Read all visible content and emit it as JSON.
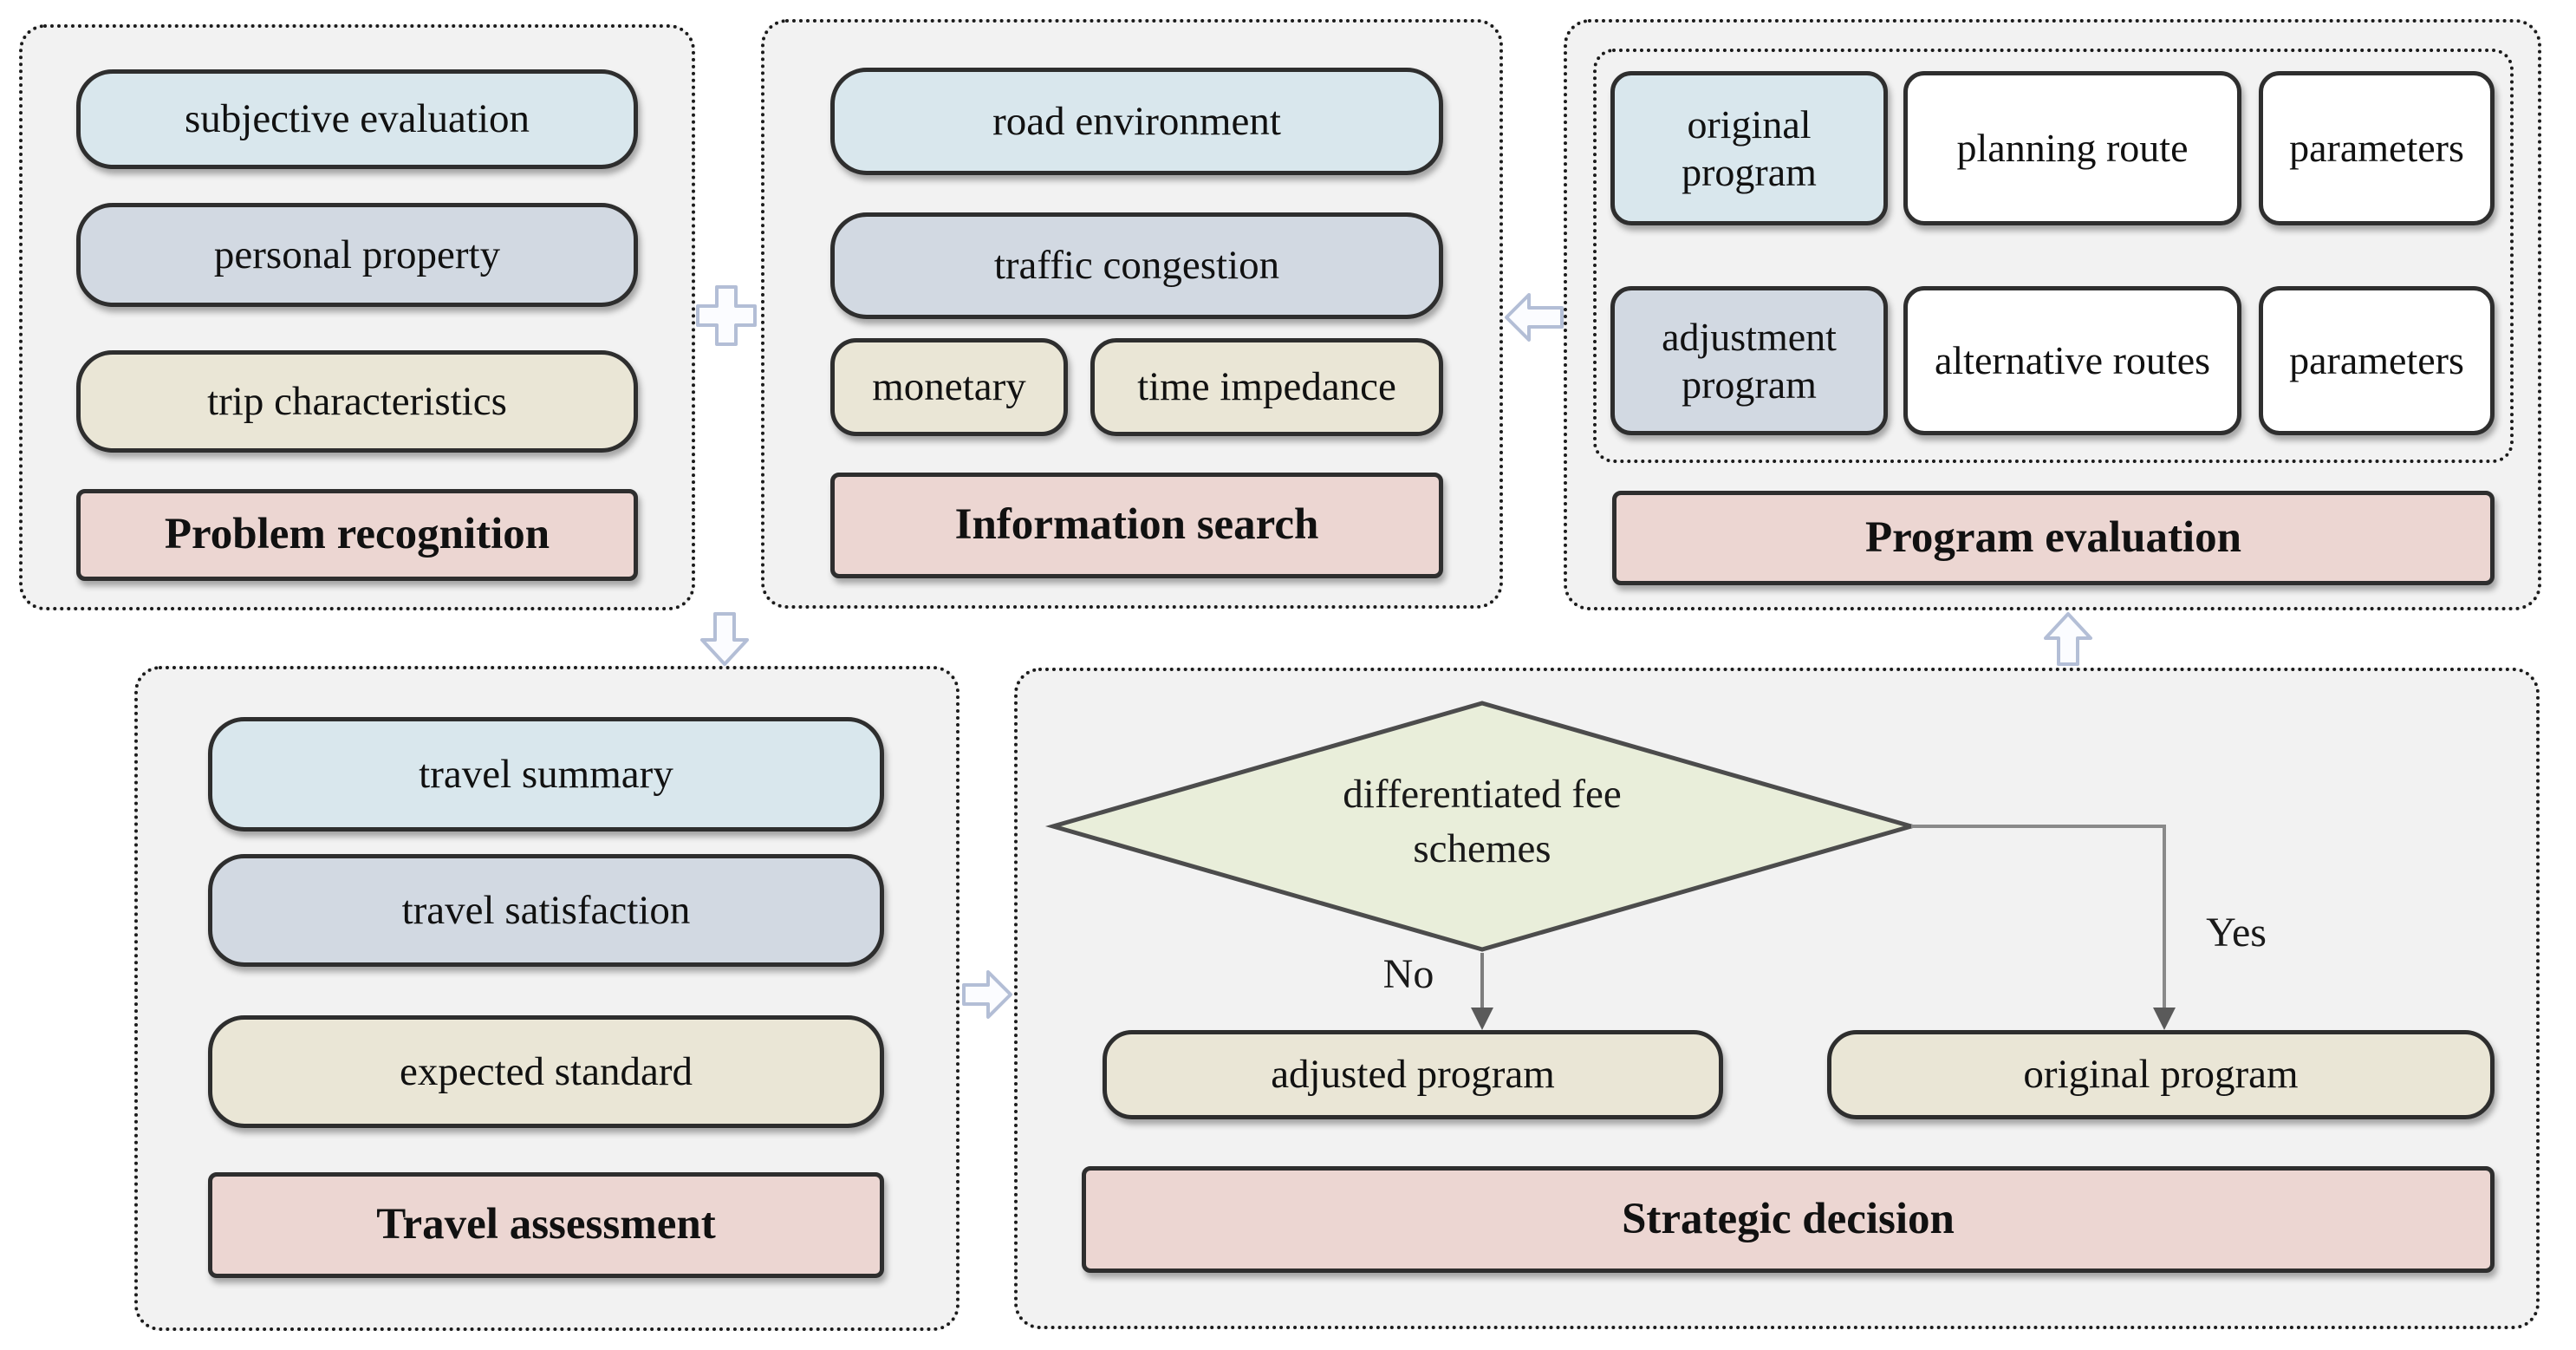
{
  "palette": {
    "panel_bg": "#f2f2f2",
    "category_blue": "#d9e7ed",
    "category_bluegray": "#d2d9e2",
    "category_beige": "#eae6d6",
    "title_pink": "#ecd6d2",
    "decision_green": "#e9eeda",
    "card_white": "#ffffff",
    "connector_lavender": "#b3bed6",
    "flow_line_gray": "#7d7d7d"
  },
  "panels": {
    "problem_recognition": {
      "title": "Problem recognition",
      "items": [
        "subjective evaluation",
        "personal property",
        "trip characteristics"
      ]
    },
    "information_search": {
      "title": "Information search",
      "items": [
        "road environment",
        "traffic congestion",
        "monetary",
        "time impedance"
      ]
    },
    "program_evaluation": {
      "title": "Program evaluation",
      "rows": [
        {
          "program": "original program",
          "routes": "planning route",
          "parameters": "parameters"
        },
        {
          "program": "adjustment program",
          "routes": "alternative routes",
          "parameters": "parameters"
        }
      ]
    },
    "travel_assessment": {
      "title": "Travel assessment",
      "items": [
        "travel summary",
        "travel satisfaction",
        "expected standard"
      ]
    },
    "strategic_decision": {
      "title": "Strategic decision",
      "condition": "differentiated fee schemes",
      "no_label": "No",
      "yes_label": "Yes",
      "no_outcome": "adjusted program",
      "yes_outcome": "original program"
    }
  }
}
